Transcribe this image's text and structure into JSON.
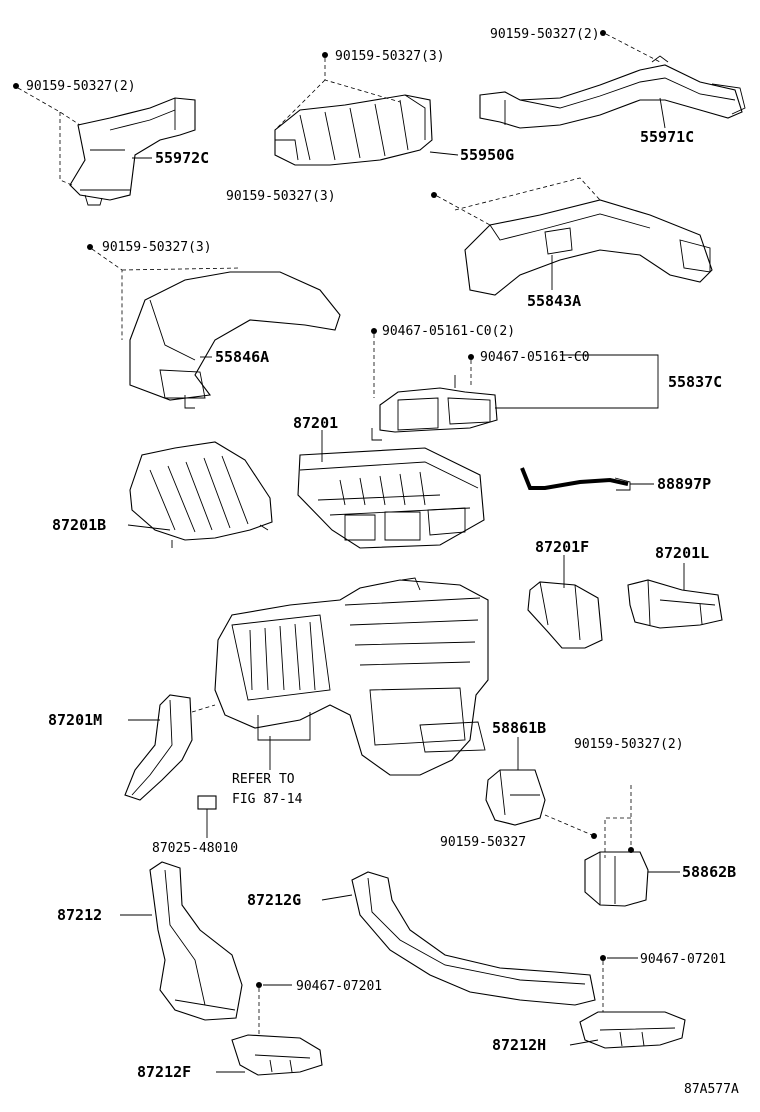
{
  "labels": {
    "p55971C": "55971C",
    "b55971C_top": "90159-50327(2)",
    "p55950G": "55950G",
    "b55950G_top": "90159-50327(3)",
    "p55972C": "55972C",
    "b55972C": "90159-50327(2)",
    "b55843A": "90159-50327(3)",
    "p55843A": "55843A",
    "b55846A": "90159-50327(3)",
    "p55846A": "55846A",
    "s55837C_a": "90467-05161-C0(2)",
    "s55837C_b": "90467-05161-C0",
    "p55837C": "55837C",
    "p87201": "87201",
    "p88897P": "88897P",
    "p87201B": "87201B",
    "p87201F": "87201F",
    "p87201L": "87201L",
    "p87201M": "87201M",
    "p58861B": "58861B",
    "b58862B": "90159-50327(2)",
    "refer_line1": "REFER TO",
    "refer_line2": "FIG 87-14",
    "b58861B": "90159-50327",
    "p58862B": "58862B",
    "p87025": "87025-48010",
    "p87212": "87212",
    "p87212G": "87212G",
    "s87212H": "90467-07201",
    "s87212F": "90467-07201",
    "p87212H": "87212H",
    "p87212F": "87212F",
    "fig_id": "87A577A"
  }
}
